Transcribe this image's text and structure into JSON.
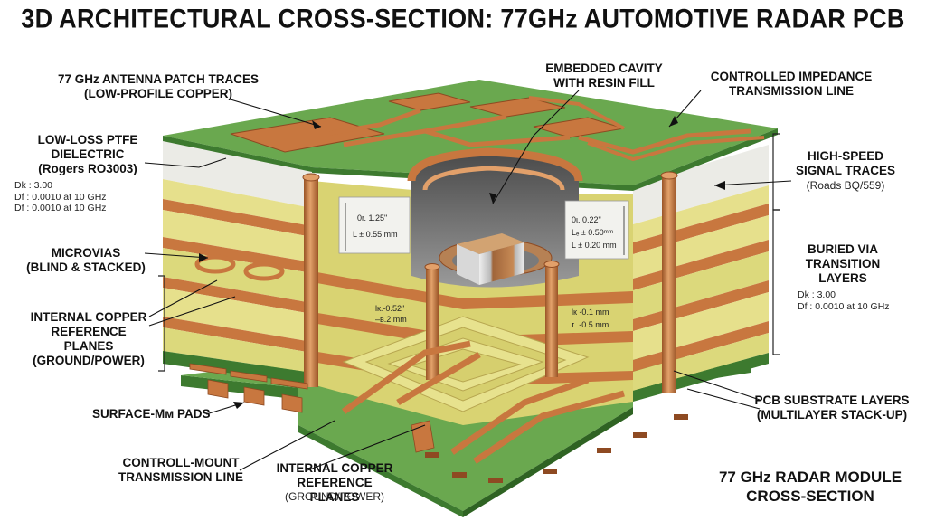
{
  "title": "3D ARCHITECTURAL CROSS-SECTION: 77GHz AUTOMOTIVE RADAR PCB",
  "colors": {
    "copper": "#c8773f",
    "copper_light": "#e2a06a",
    "copper_dark": "#8e4a22",
    "dielectric_green": "#6aa84f",
    "green_dark": "#3d7a2f",
    "white_layer": "#ebebe6",
    "yellow_layer": "#e6e08c",
    "cavity_gray": "#7a7a7a"
  },
  "labels": {
    "antenna": [
      "77 GHz ANTENNA PATCH TRACES",
      "(LOW-PROFILE COPPER)"
    ],
    "ptfe": [
      "LOW-LOSS PTFE",
      "DIELECTRIC",
      "(Rogers RO3003)"
    ],
    "ptfe_specs": [
      "Dk : 3.00",
      "Df : 0.0010 at 10 GHz",
      "Df : 0.0010 at 10 GHz"
    ],
    "microvias": [
      "MICROVIAS",
      "(BLIND & STACKED)"
    ],
    "internal_left": [
      "INTERNAL COPPER",
      "REFERENCE PLANES",
      "(GROUND/POWER)"
    ],
    "surface_pads": [
      "SURFACE-Mм PADS"
    ],
    "controll_mount": [
      "CONTROLL-MOUNT",
      "TRANSMISSION LINE"
    ],
    "internal_bottom": [
      "INTERNAL COPPER",
      "REFERENCE PLANES"
    ],
    "internal_bottom_sub": [
      "(GROUND/POWER)"
    ],
    "cavity": [
      "EMBEDDED CAVITY",
      "WITH RESIN FILL"
    ],
    "impedance": [
      "CONTROLLED IMPEDANCE",
      "TRANSMISSION LINE"
    ],
    "highspeed": [
      "HIGH-SPEED",
      "SIGNAL TRACES"
    ],
    "highspeed_sub": [
      "(Roads BQ/559)"
    ],
    "buried": [
      "BURIED VIA",
      "TRANSITION",
      "LAYERS"
    ],
    "buried_specs": [
      "Dk : 3.00",
      "Df : 0.0010 at 10 GHz"
    ],
    "substrate": [
      "PCB SUBSTRATE LAYERS",
      "(MULTILAYER STACK-UP)"
    ],
    "footer": [
      "77 GHz RADAR MODULE",
      "CROSS-SECTION"
    ]
  },
  "dimensions": {
    "left_box": [
      "0r. 1.25\"",
      "L ± 0.55 mm"
    ],
    "right_box": [
      "0ι. 0.22\"",
      "Lₑ ± 0.50ᵐᵐ",
      "L ± 0.20 mm"
    ],
    "left_low": [
      "lк.-0.52\"",
      "–ʙ.2 mm"
    ],
    "right_low": [
      "lк -0.1 mm",
      "ɪ. -0.5 mm"
    ]
  }
}
